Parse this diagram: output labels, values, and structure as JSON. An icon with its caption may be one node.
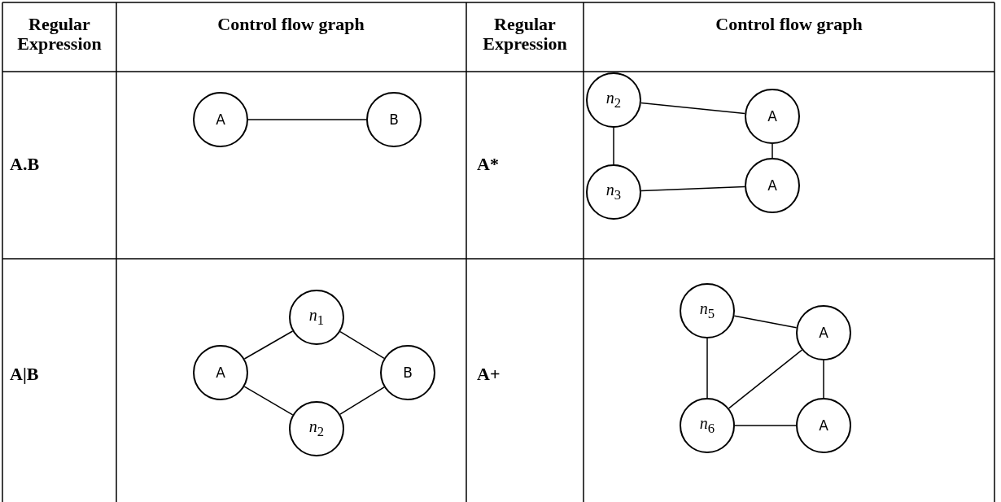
{
  "diagram": {
    "nodes": [
      {
        "text": [
          "A"
        ]
      },
      {
        "text": [
          "B"
        ]
      },
      {
        "text": [
          "*n*$_{2}$"
        ]
      },
      {
        "text": [
          "A"
        ]
      },
      {
        "text": [
          "*n*$_{3}$"
        ]
      },
      {
        "text": [
          "A"
        ]
      },
      {
        "text": [
          "*n*$_{1}$"
        ]
      },
      {
        "text": [
          "A"
        ]
      },
      {
        "text": [
          "B"
        ]
      },
      {
        "text": [
          "*n*$_{2}$"
        ]
      },
      {
        "text": [
          "*n*$_{5}$"
        ]
      },
      {
        "text": [
          "A"
        ]
      },
      {
        "text": [
          "*n*$_{6}$"
        ]
      },
      {
        "text": [
          "A"
        ]
      }
    ],
    "edges": [
      {
        "from": 0,
        "to": 1,
        "arrow": "none"
      },
      {
        "from": 2,
        "to": 3,
        "arrow": "none"
      },
      {
        "from": 3,
        "to": 5,
        "arrow": "none"
      },
      {
        "from": 4,
        "to": 5,
        "arrow": "none"
      },
      {
        "from": 2,
        "to": 4,
        "arrow": "none"
      },
      {
        "from": 7,
        "to": 6,
        "arrow": "none"
      },
      {
        "from": 6,
        "to": 8,
        "arrow": "none"
      },
      {
        "from": 7,
        "to": 9,
        "arrow": "none"
      },
      {
        "from": 9,
        "to": 8,
        "arrow": "none"
      },
      {
        "from": 10,
        "to": 11,
        "arrow": "none"
      },
      {
        "from": 10,
        "to": 12,
        "arrow": "none"
      },
      {
        "from": 11,
        "to": 12,
        "arrow": "none"
      },
      {
        "from": 11,
        "to": 13,
        "arrow": "none"
      },
      {
        "from": 12,
        "to": 13,
        "arrow": "none"
      }
    ],
    "labels": [
      "Regular Expression",
      "Control flow graph",
      "Regular Expression",
      "Control flow graph",
      "A.B",
      "A*",
      "A|B",
      "A+"
    ]
  }
}
